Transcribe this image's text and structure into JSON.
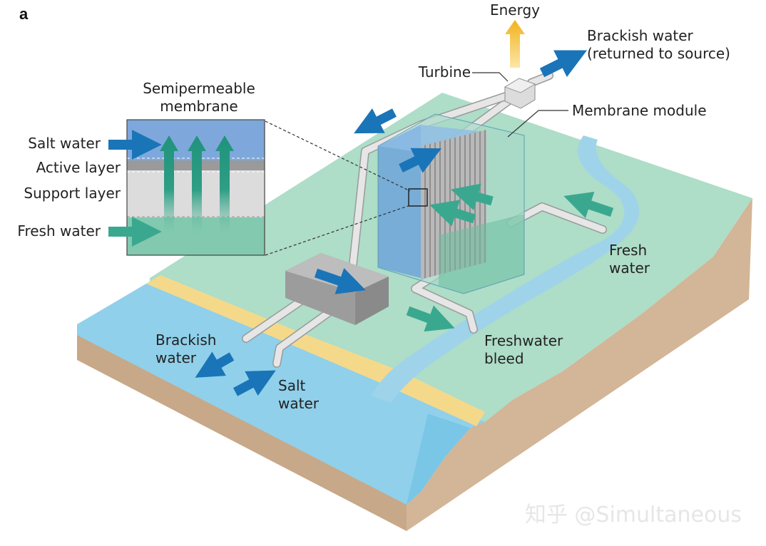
{
  "figure": {
    "panel_letter": "a",
    "watermark": "知乎 @Simultaneous"
  },
  "labels": {
    "energy": "Energy",
    "brackish_returned_line1": "Brackish water",
    "brackish_returned_line2": "(returned to source)",
    "turbine": "Turbine",
    "membrane_module": "Membrane module",
    "semipermeable_line1": "Semipermeable",
    "semipermeable_line2": "membrane",
    "salt_water_inset": "Salt water",
    "active_layer": "Active layer",
    "support_layer": "Support layer",
    "fresh_water_inset": "Fresh water",
    "fresh_water_river_line1": "Fresh",
    "fresh_water_river_line2": "water",
    "freshwater_bleed_line1": "Freshwater",
    "freshwater_bleed_line2": "bleed",
    "brackish_out_line1": "Brackish",
    "brackish_out_line2": "water",
    "salt_in_line1": "Salt",
    "salt_in_line2": "water"
  },
  "colors": {
    "land_top": "#aeddc8",
    "land_side": "#c9a98a",
    "sea": "#8ccde9",
    "sand": "#f3d98a",
    "river": "#9fd3ea",
    "salt_arrow": "#1a74b8",
    "fresh_arrow": "#3aa88e",
    "energy_arrow": "#f2b21c",
    "pipe": "#e4e4e4",
    "inset_salt": "#7ea8dc",
    "inset_fresh": "#7ec7ae"
  }
}
